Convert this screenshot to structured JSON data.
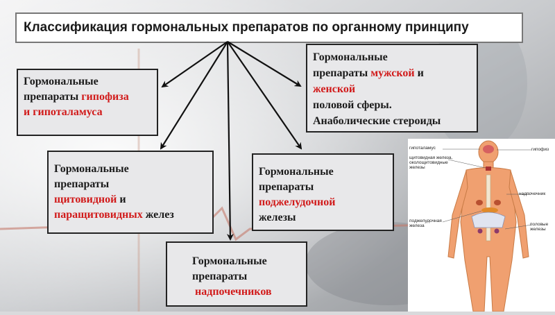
{
  "title": "Классификация гормональных препаратов по органному принципу",
  "nodes": {
    "pituitary": {
      "line1": "Гормональные",
      "line2_pre": "препараты ",
      "line2_red": "гипофиза",
      "line3_red": "и гипоталамуса"
    },
    "sexual": {
      "line1": "Гормональные",
      "line2_pre": "препараты ",
      "line2_red": "мужской",
      "line2_post": " и",
      "line3_red": "женской",
      "line4": "половой сферы.",
      "line5": "Анаболические стероиды"
    },
    "thyroid": {
      "line1": "Гормональные",
      "line2": "препараты",
      "line3_red": "щитовидной",
      "line3_post": " и",
      "line4_red": "паращитовидных",
      "line4_post": " желез"
    },
    "pancreas": {
      "line1": "Гормональные",
      "line2": "препараты",
      "line3_red": "поджелудочной",
      "line4": "железы"
    },
    "adrenal": {
      "line1": "Гормональные",
      "line2": "препараты",
      "line3_red": "надпочечников"
    }
  },
  "anatomy_labels": {
    "hypothalamus": "гипоталамус",
    "pituitary": "гипофиз",
    "thyroid": "щитовидная железа,",
    "thyroid2": "околощитовидные",
    "thyroid3": "железы",
    "adrenal": "надпочечник",
    "pancreas": "поджелудочная",
    "pancreas2": "железа",
    "gonads": "половые",
    "gonads2": "железы"
  },
  "colors": {
    "accent_red": "#d11a1a",
    "box_fill": "#e8e8ea",
    "body_skin": "#f0a070"
  }
}
